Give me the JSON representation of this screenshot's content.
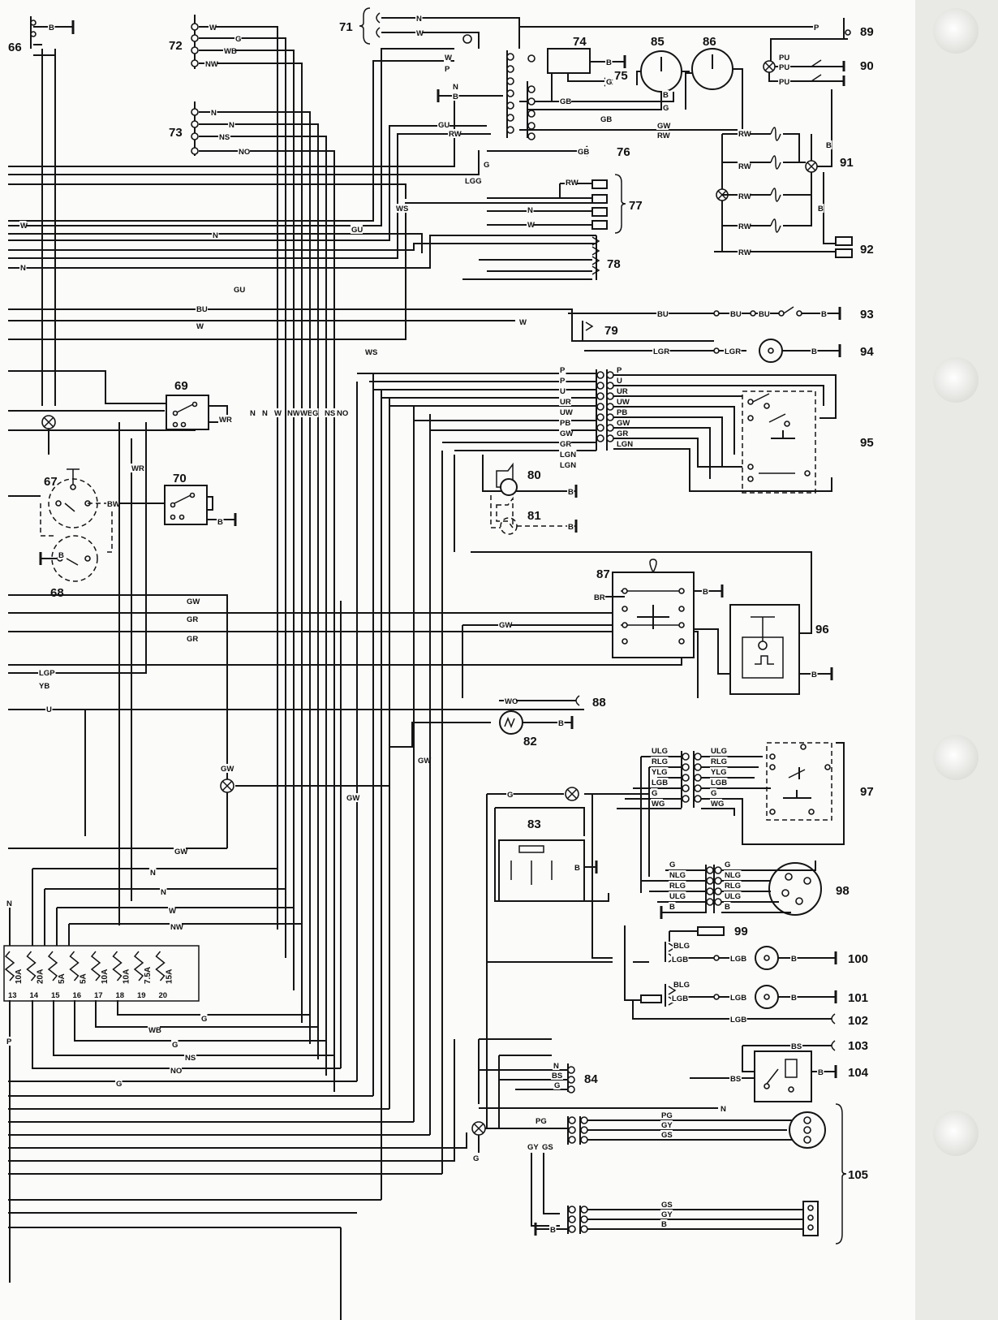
{
  "components": {
    "66": "66",
    "67": "67",
    "68": "68",
    "69": "69",
    "70": "70",
    "71": "71",
    "72": "72",
    "73": "73",
    "74": "74",
    "75": "75",
    "76": "76",
    "77": "77",
    "78": "78",
    "79": "79",
    "80": "80",
    "81": "81",
    "82": "82",
    "83": "83",
    "84": "84",
    "85": "85",
    "86": "86",
    "87": "87",
    "88": "88",
    "89": "89",
    "90": "90",
    "91": "91",
    "92": "92",
    "93": "93",
    "94": "94",
    "95": "95",
    "96": "96",
    "97": "97",
    "98": "98",
    "99": "99",
    "100": "100",
    "101": "101",
    "102": "102",
    "103": "103",
    "104": "104",
    "105": "105"
  },
  "fuses": [
    {
      "rating": "10A",
      "number": "13"
    },
    {
      "rating": "20A",
      "number": "14"
    },
    {
      "rating": "5A",
      "number": "15"
    },
    {
      "rating": "5A",
      "number": "16"
    },
    {
      "rating": "10A",
      "number": "17"
    },
    {
      "rating": "10A",
      "number": "18"
    },
    {
      "rating": "7.5A",
      "number": "19"
    },
    {
      "rating": "15A",
      "number": "20"
    }
  ],
  "wire_codes": {
    "left": {
      "w_266": "W",
      "n_278": "N",
      "n_318": "N",
      "gu_270": "GU",
      "gu_340": "GU",
      "bu_365": "BU",
      "w_385": "W",
      "ws_418": "WS",
      "wr_500": "WR",
      "wr_555": "WR",
      "bw_597": "BW",
      "gw_714": "GW",
      "gr_736": "GR",
      "gr_756": "GR",
      "lgp_797": "LGP",
      "yb_813": "YB",
      "u_845": "U",
      "gw_912": "GW",
      "gw_984": "GW",
      "gw_1010": "GW",
      "n_1038": "N",
      "n_1062": "N",
      "w_1084": "W",
      "nw_1108": "NW",
      "p_1075": "N",
      "p_1275": "P",
      "g_1253": "G",
      "wb_1268": "WB",
      "g_1284": "G",
      "ns_1300": "NS",
      "no_1316": "NO",
      "g_1332": "G",
      "b_33": "B",
      "b_637": "B",
      "b_655": "B"
    },
    "c72": {
      "w": "W",
      "g": "G",
      "wb": "WB",
      "nw": "NW"
    },
    "c73": {
      "n1": "N",
      "n2": "N",
      "ns": "NS",
      "no": "NO"
    },
    "bus_vertical": [
      "N",
      "N",
      "W",
      "NW",
      "WB",
      "G",
      "NS",
      "NO"
    ],
    "top": {
      "n71": "N",
      "w71": "W",
      "p89": "P",
      "w_top": "W",
      "p_top": "P",
      "n_top": "N",
      "b_top": "B",
      "gu_top": "GU",
      "rw_top": "RW",
      "b74": "B",
      "g75": "G",
      "b85": "B",
      "g85": "G",
      "gb1": "GB",
      "gb2": "GB",
      "gw86": "GW",
      "rw86": "RW",
      "gb76": "GB",
      "lgg": "LGG",
      "ws": "WS",
      "g_mid": "G",
      "pu1": "PU",
      "pu2": "PU",
      "pu3": "PU"
    },
    "c77": {
      "rw": "RW",
      "n": "N",
      "w": "W"
    },
    "c91": {
      "rw1": "RW",
      "rw2": "RW",
      "rw3": "RW",
      "rw4": "RW",
      "rw5": "RW",
      "b1": "B",
      "b2": "B"
    },
    "c93": {
      "bu1": "BU",
      "bu2": "BU",
      "bu3": "BU",
      "b": "B",
      "w": "W"
    },
    "c94": {
      "lgr1": "LGR",
      "lgr2": "LGR",
      "b": "B"
    },
    "c95_left": [
      "P",
      "P",
      "U",
      "UR",
      "UW",
      "PB",
      "GW",
      "GR",
      "LGN",
      "LGN"
    ],
    "c95_right": [
      "P",
      "U",
      "UR",
      "UW",
      "PB",
      "GW",
      "GR",
      "LGN"
    ],
    "c80": "B",
    "c81": "B",
    "c87": {
      "br": "BR",
      "b": "B"
    },
    "c96": {
      "b": "B",
      "gw": "GW"
    },
    "c88": "WO",
    "c82": "B",
    "c82_gw": "GW",
    "c97_left": [
      "ULG",
      "RLG",
      "YLG",
      "LGB",
      "G",
      "WG"
    ],
    "c97_right": [
      "ULG",
      "RLG",
      "YLG",
      "LGB",
      "G",
      "WG"
    ],
    "c97_g": "G",
    "c83": "B",
    "c98_left": [
      "G",
      "NLG",
      "RLG",
      "ULG",
      "B"
    ],
    "c98_right": [
      "G",
      "NLG",
      "RLG",
      "ULG",
      "B"
    ],
    "c100": {
      "a": "BLG",
      "b": "LGB",
      "c": "LGB",
      "d": "B"
    },
    "c101": {
      "a": "BLG",
      "b": "LGB",
      "c": "LGB",
      "d": "B"
    },
    "c102": "LGB",
    "c103": "BS",
    "c104": {
      "bs": "BS",
      "b": "B"
    },
    "c84": {
      "n": "N",
      "bs": "BS",
      "g": "G"
    },
    "n_1325": "N",
    "c105_top_left": "PG",
    "c105_top_right": [
      "PG",
      "GY",
      "GS"
    ],
    "c105_bot_right": [
      "GS",
      "GY",
      "B"
    ],
    "c105_gy": "GY",
    "c105_gs": "GS",
    "c105_b": "B",
    "g_lamp": "G"
  }
}
